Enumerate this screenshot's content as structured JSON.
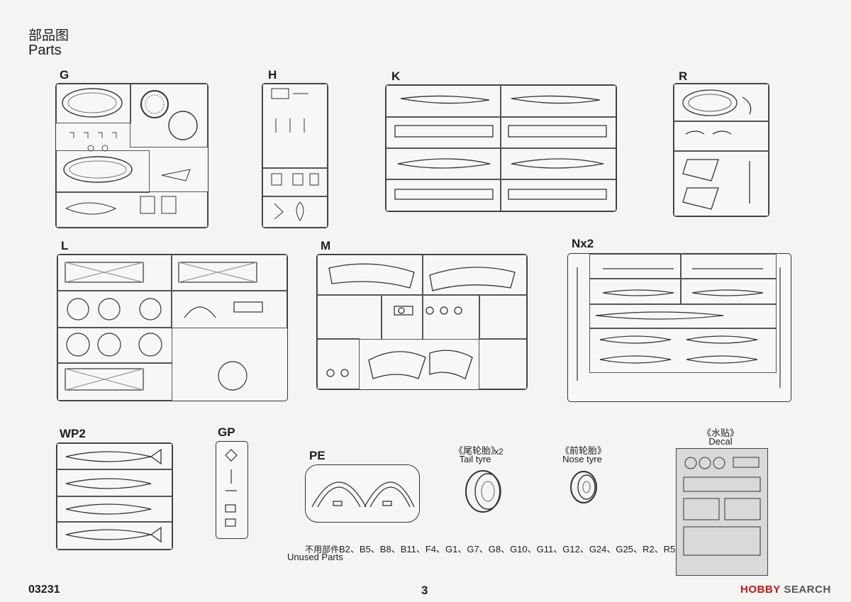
{
  "header": {
    "title_cn": "部品图",
    "title_en": "Parts"
  },
  "sprues": {
    "G": "G",
    "H": "H",
    "K": "K",
    "R": "R",
    "L": "L",
    "M": "M",
    "N": "Nx2",
    "WP2": "WP2",
    "GP": "GP",
    "PE": "PE"
  },
  "tail_tyre": {
    "cn": "《尾轮胎》",
    "en": "Tail tyre",
    "qty": "x2"
  },
  "nose_tyre": {
    "cn": "《前轮胎》",
    "en": "Nose tyre"
  },
  "decal": {
    "cn": "《水贴》",
    "en": "Decal"
  },
  "unused": {
    "cn": "不用部件:",
    "parts": "B2、B5、B8、B11、F4、G1、G7、G8、G10、G11、G12、G24、G25、R2、R5",
    "en": "Unused Parts"
  },
  "footer": {
    "code": "03231",
    "page": "3",
    "brand_a": "HOBBY",
    "brand_b": " SEARCH"
  },
  "colors": {
    "line": "#333333",
    "paper": "#f4f4f2",
    "brand": "#c01818"
  }
}
